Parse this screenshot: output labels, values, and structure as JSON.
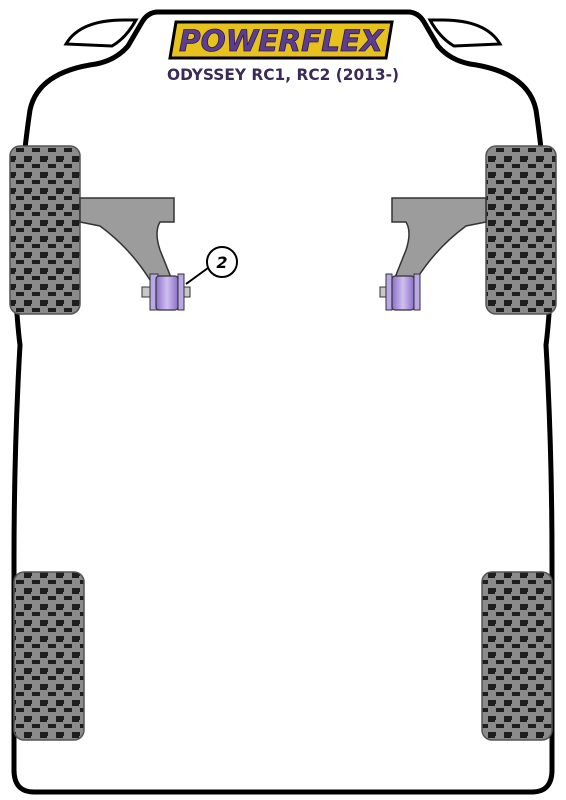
{
  "brand": {
    "logo_text": "POWERFLEX",
    "colors": {
      "badge_fill": "#e8c21c",
      "badge_border": "#000000",
      "logo_text": "#5c3d8f"
    }
  },
  "vehicle": {
    "title": "ODYSSEY RC1, RC2 (2013-)"
  },
  "callouts": [
    {
      "number": "2"
    }
  ],
  "colors": {
    "body_outline": "#000000",
    "tyre_fill": "#888888",
    "tyre_tread": "#222222",
    "arm_fill": "#9a9a9a",
    "bush_fill": "#b7a2e0",
    "bush_dark": "#6d4fae",
    "metal": "#c8c8c8"
  }
}
